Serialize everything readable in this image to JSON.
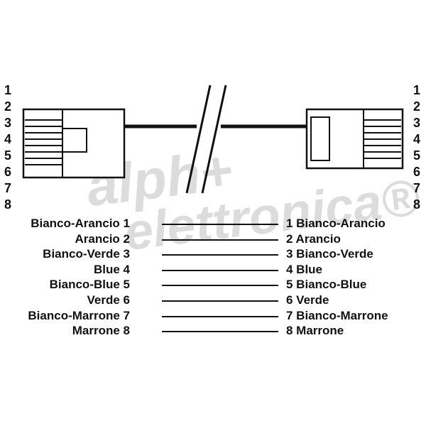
{
  "diagram": {
    "left_pin_numbers": [
      "1",
      "2",
      "3",
      "4",
      "5",
      "6",
      "7",
      "8"
    ],
    "right_pin_numbers": [
      "1",
      "2",
      "3",
      "4",
      "5",
      "6",
      "7",
      "8"
    ],
    "watermark": {
      "line1": "alph+",
      "line2": "elettronica®"
    }
  },
  "wiring_table": {
    "rows": [
      {
        "left": "Bianco-Arancio 1",
        "right": "1 Bianco-Arancio"
      },
      {
        "left": "Arancio 2",
        "right": "2 Arancio"
      },
      {
        "left": "Bianco-Verde 3",
        "right": "3 Bianco-Verde"
      },
      {
        "left": "Blue 4",
        "right": "4 Blue"
      },
      {
        "left": "Bianco-Blue 5",
        "right": "5 Bianco-Blue"
      },
      {
        "left": "Verde 6",
        "right": "6 Verde"
      },
      {
        "left": "Bianco-Marrone 7",
        "right": "7 Bianco-Marrone"
      },
      {
        "left": "Marrone 8",
        "right": "8 Marrone"
      }
    ]
  },
  "colors": {
    "background": "#ffffff",
    "line": "#111111",
    "watermark": "#dcdcdc"
  }
}
